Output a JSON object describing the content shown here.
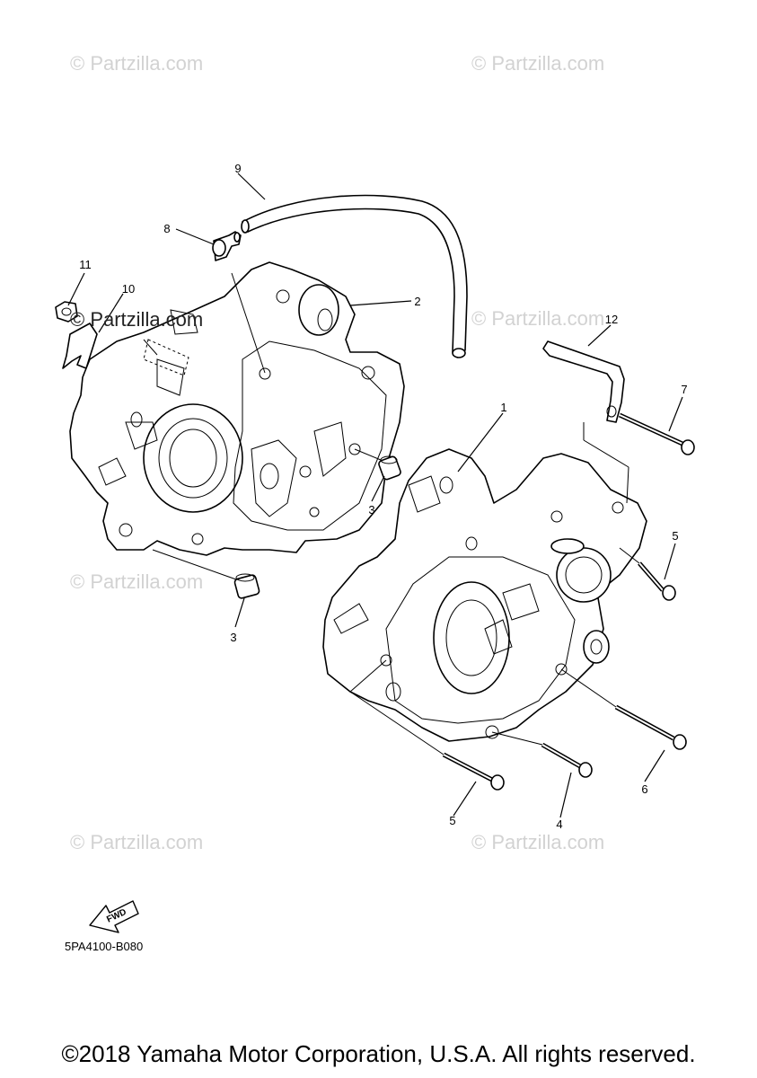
{
  "watermark": {
    "text": "© Partzilla.com"
  },
  "callouts": {
    "c1": "1",
    "c2": "2",
    "c3a": "3",
    "c3b": "3",
    "c4": "4",
    "c5a": "5",
    "c5b": "5",
    "c6": "6",
    "c7": "7",
    "c8": "8",
    "c9": "9",
    "c10": "10",
    "c11": "11",
    "c12": "12"
  },
  "fwd_label": "FWD",
  "diagram_code": "5PA4100-B080",
  "copyright": "©2018 Yamaha Motor Corporation, U.S.A. All rights reserved.",
  "colors": {
    "watermark": "#d2d2d2",
    "ink": "#000000",
    "background": "#ffffff"
  }
}
